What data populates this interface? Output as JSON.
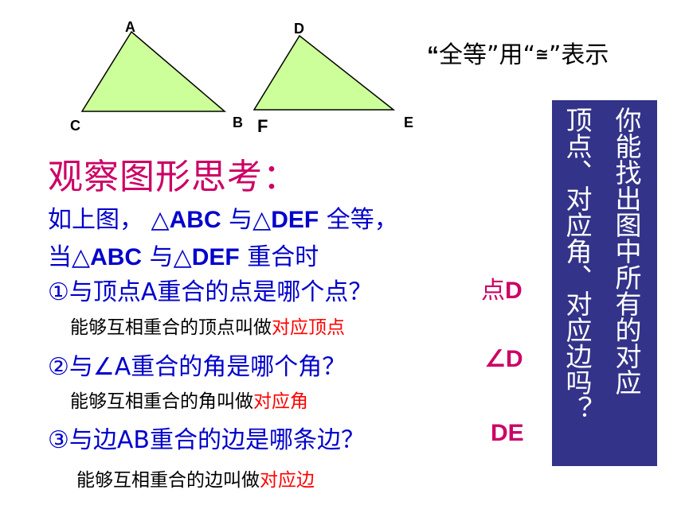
{
  "triangles": {
    "A": "A",
    "B": "B",
    "C": "C",
    "D": "D",
    "E": "E",
    "F": "F"
  },
  "top_note": {
    "quote_open": "“",
    "part1": "全等",
    "part2": "”用“",
    "symbol": "≅",
    "part3": "”表示"
  },
  "title": "观察图形思考：",
  "intro": {
    "line1_a": "如上图，  △",
    "line1_b": "ABC",
    "line1_c": " 与△",
    "line1_d": "DEF",
    "line1_e": " 全等，",
    "line2_a": "当△",
    "line2_b": "ABC",
    "line2_c": " 与△",
    "line2_d": "DEF",
    "line2_e": " 重合时"
  },
  "questions": [
    {
      "q": "①与顶点A重合的点是哪个点？",
      "ans_prefix": "点",
      "ans": "D",
      "note_black": "能够互相重合的顶点叫做",
      "note_red": "对应顶点"
    },
    {
      "q": "②与∠A重合的角是哪个角？",
      "ans_prefix": "∠",
      "ans": "D",
      "note_black": "能够互相重合的角叫做",
      "note_red": "对应角"
    },
    {
      "q": "③与边AB重合的边是哪条边？",
      "ans_prefix": "",
      "ans": "DE",
      "note_black": "能够互相重合的边叫做",
      "note_red": "对应边"
    }
  ],
  "side_box": {
    "col1": "你能找出图中所有的对应",
    "col2": "顶点、对应角、对应边吗？"
  },
  "colors": {
    "triangle_fill": "#ccff99",
    "triangle_stroke": "#000000",
    "title": "#cc0066",
    "blue_text": "#0000cc",
    "red_text": "#ff0000",
    "side_box_bg": "#33338a"
  }
}
